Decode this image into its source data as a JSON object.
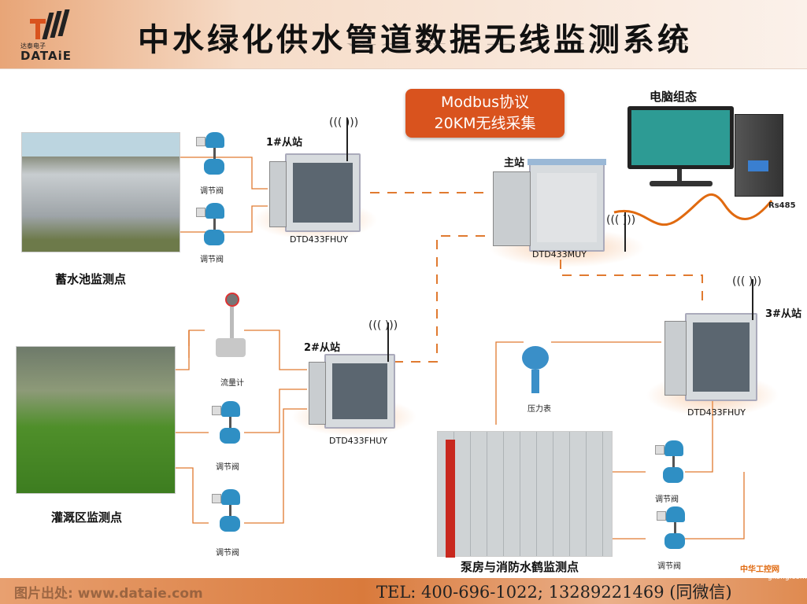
{
  "header": {
    "title": "中水绿化供水管道数据无线监测系统",
    "logo_cn": "达泰电子",
    "logo_en": "DATAiE"
  },
  "protocol_box": {
    "line1": "Modbus协议",
    "line2": "20KM无线采集"
  },
  "computer": {
    "label": "电脑组态",
    "interface": "Rs485"
  },
  "master": {
    "label": "主站",
    "model": "DTD433MUY"
  },
  "slaves": [
    {
      "label": "1#从站",
      "model": "DTD433FHUY"
    },
    {
      "label": "2#从站",
      "model": "DTD433FHUY"
    },
    {
      "label": "3#从站",
      "model": "DTD433FHUY"
    }
  ],
  "sites": {
    "reservoir": "蓄水池监测点",
    "irrigation": "灌溉区监测点",
    "pump": "泵房与消防水鹤监测点"
  },
  "devices": {
    "valve": "调节阀",
    "flowmeter": "流量计",
    "pressure": "压力表"
  },
  "footer": {
    "source": "图片出处: www.dataie.com",
    "tel": "TEL: 400-696-1022; 13289221469 (同微信)"
  },
  "watermark": {
    "cn": "中华工控网",
    "en": "gkong.com"
  },
  "colors": {
    "accent": "#d9531e",
    "line": "#e07a30"
  }
}
